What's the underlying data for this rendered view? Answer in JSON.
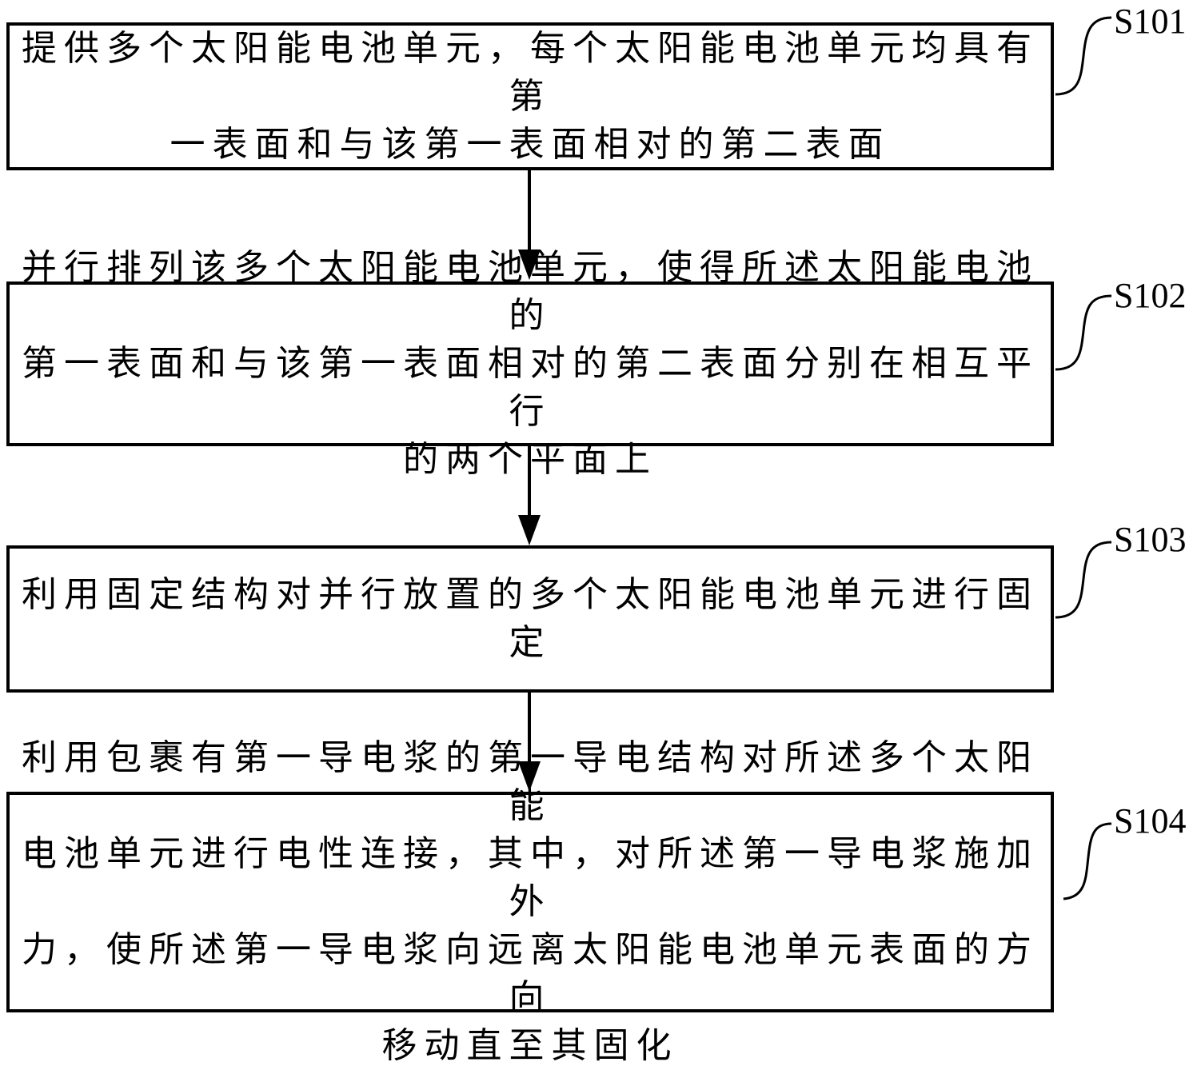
{
  "steps": [
    {
      "code": "S101",
      "text": "提供多个太阳能电池单元，每个太阳能电池单元均具有第\n一表面和与该第一表面相对的第二表面"
    },
    {
      "code": "S102",
      "text": "并行排列该多个太阳能电池单元，使得所述太阳能电池的\n第一表面和与该第一表面相对的第二表面分别在相互平行\n的两个平面上"
    },
    {
      "code": "S103",
      "text": "利用固定结构对并行放置的多个太阳能电池单元进行固定"
    },
    {
      "code": "S104",
      "text": "利用包裹有第一导电浆的第一导电结构对所述多个太阳能\n电池单元进行电性连接，其中，对所述第一导电浆施加外\n力，使所述第一导电浆向远离太阳能电池单元表面的方向\n移动直至其固化"
    }
  ]
}
